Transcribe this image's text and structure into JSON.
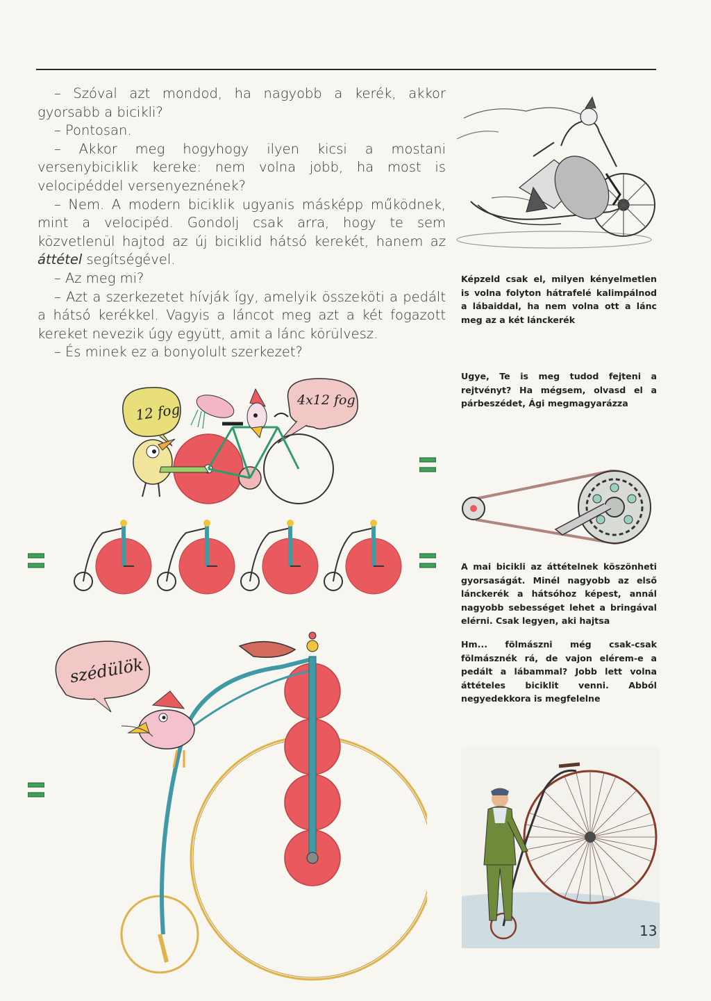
{
  "page_number": "13",
  "dialog": {
    "l1": "– Szóval azt mondod, ha nagyobb a kerék, akkor gyorsabb a bicikli?",
    "l2": "– Pontosan.",
    "l3": "– Akkor meg hogyhogy ilyen kicsi a mostani versenybiciklik kereke: nem volna jobb, ha most is velocipéddel versenyeznének?",
    "l4a": "– Nem. A modern biciklik ugyanis másképp működnek, mint a velocipéd. Gondolj csak arra, hogy te sem közvetlenül hajtod az új biciklid hátsó kerekét, hanem az ",
    "l4em": "áttétel",
    "l4b": " segítségével.",
    "l5": "– Az meg mi?",
    "l6": "– Azt a szerkezetet hívják így, amelyik összeköti a pedált a hátsó kerékkel. Vagyis a láncot meg azt a két fogazott kereket nevezik úgy együtt, amit a lánc körülvesz.",
    "l7": "– És minek ez a bonyolult szerkezet?"
  },
  "captions": {
    "c1": "Képzeld csak el, milyen kényelmetlen is volna folyton hátrafelé kalimpálnod a lábaiddal, ha nem volna ott a lánc meg az a két lánckerék",
    "c2": "Ugye, Te is meg tudod fejteni a rejtvényt? Ha mégsem, olvasd el a párbeszédet, Ági megmagyarázza",
    "c3": "A mai bicikli az áttételnek köszönheti gyorsaságát. Minél nagyobb az első lánckerék a hátsóhoz képest, annál nagyobb sebességet lehet a bringával elérni. Csak legyen, aki hajtsa",
    "c4": "Hm... fölmászni még csak-csak fölmásznék rá, de vajon elérem-e a pedált a lábammal? Jobb lett volna áttételes biciklit venni. Abból negyedekkora is megfelelne"
  },
  "bubbles": {
    "b1": "12 fog",
    "b2": "4x12 fog",
    "b3": "szédülök"
  },
  "colors": {
    "wheel_red": "#e85a5e",
    "frame_green": "#2f9b6a",
    "frame_teal": "#3f9aa6",
    "bubble_yellow": "#e8de7a",
    "bubble_pink": "#f2c8c6",
    "equals_green": "#3fa35a"
  }
}
